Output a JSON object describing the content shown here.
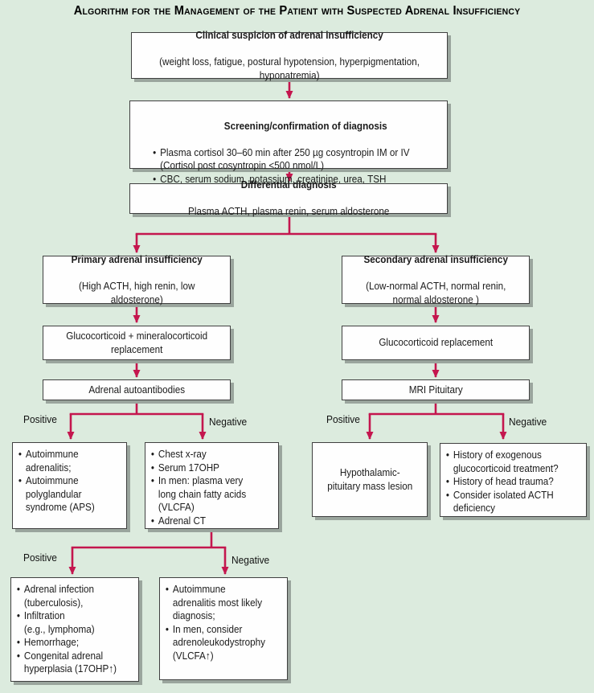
{
  "title": "Algorithm for the Management of the Patient with Suspected Adrenal Insufficiency",
  "branch_labels": {
    "positive": "Positive",
    "negative": "Negative"
  },
  "colors": {
    "background": "#dcebde",
    "arrow": "#c4164e",
    "box_background": "#fefefe",
    "box_border": "#404040",
    "box_shadow": "#9aa59d",
    "text": "#1b1b1b"
  },
  "boxes": {
    "clinical_suspicion": {
      "heading": "Clinical suspicion of adrenal insufficiency",
      "body": "(weight loss, fatigue, postural hypotension, hyperpigmentation,\nhyponatremia)"
    },
    "screening": {
      "heading": "Screening/confirmation of diagnosis",
      "bullets": [
        "Plasma cortisol 30–60 min after 250 µg cosyntropin IM or IV\n(Cortisol post cosyntropin <500 nmol/L)",
        "CBC, serum sodium, potassium, creatinine, urea, TSH"
      ]
    },
    "differential": {
      "heading": "Differential diagnosis",
      "body": "Plasma ACTH, plasma renin, serum aldosterone"
    },
    "primary": {
      "heading": "Primary adrenal insufficiency",
      "body": "(High ACTH, high renin, low\naldosterone)"
    },
    "secondary": {
      "heading": "Secondary adrenal insufficiency",
      "body": "(Low-normal ACTH, normal renin,\nnormal aldosterone )"
    },
    "gluco_mineralo": {
      "body": "Glucocorticoid + mineralocorticoid\nreplacement"
    },
    "gluco": {
      "body": "Glucocorticoid replacement"
    },
    "autoantibodies": {
      "body": "Adrenal autoantibodies"
    },
    "mri": {
      "body": "MRI Pituitary"
    },
    "autoimmune_aps": {
      "bullets": [
        "Autoimmune\nadrenalitis;",
        "Autoimmune\npolyglandular\nsyndrome (APS)"
      ]
    },
    "workup_negative": {
      "bullets": [
        "Chest x-ray",
        "Serum 17OHP",
        "In men: plasma very\nlong chain fatty acids\n(VLCFA)",
        "Adrenal CT"
      ]
    },
    "hypothalamic": {
      "body": "Hypothalamic-\npituitary mass lesion"
    },
    "secondary_negative": {
      "bullets": [
        "History of exogenous\nglucocorticoid treatment?",
        "History of head trauma?",
        "Consider isolated ACTH\ndeficiency"
      ]
    },
    "adrenal_infection": {
      "bullets": [
        "Adrenal infection\n(tuberculosis),",
        "Infiltration\n(e.g., lymphoma)",
        "Hemorrhage;",
        "Congenital adrenal\nhyperplasia (17OHP↑)"
      ]
    },
    "autoimmune_likely": {
      "bullets": [
        "Autoimmune\nadrenalitis most likely\ndiagnosis;",
        "In men, consider\nadrenoleukodystrophy\n(VLCFA↑)"
      ]
    }
  }
}
